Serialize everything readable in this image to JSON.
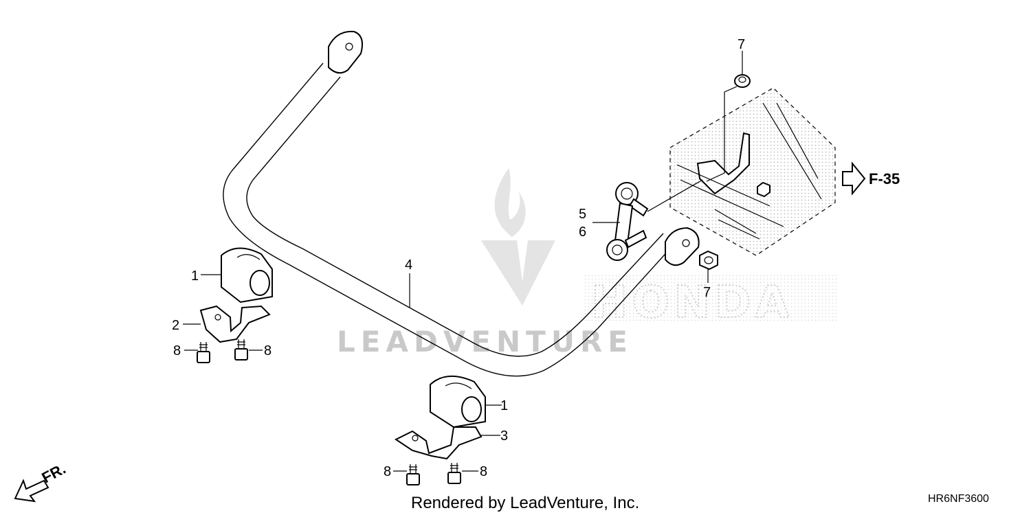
{
  "watermark": {
    "brand_text": "LEADVENTURE",
    "maker_text": "HONDA"
  },
  "callouts": {
    "c1_left": "1",
    "c2": "2",
    "c8_left_a": "8",
    "c8_left_b": "8",
    "c4": "4",
    "c1_bottom": "1",
    "c3": "3",
    "c8_bottom_a": "8",
    "c8_bottom_b": "8",
    "c5": "5",
    "c6": "6",
    "c7_top": "7",
    "c7_mid": "7"
  },
  "reference": {
    "label": "F-35"
  },
  "direction": {
    "label": "FR."
  },
  "footer": {
    "credit": "Rendered by LeadVenture, Inc.",
    "diagram_code": "HR6NF3600"
  }
}
